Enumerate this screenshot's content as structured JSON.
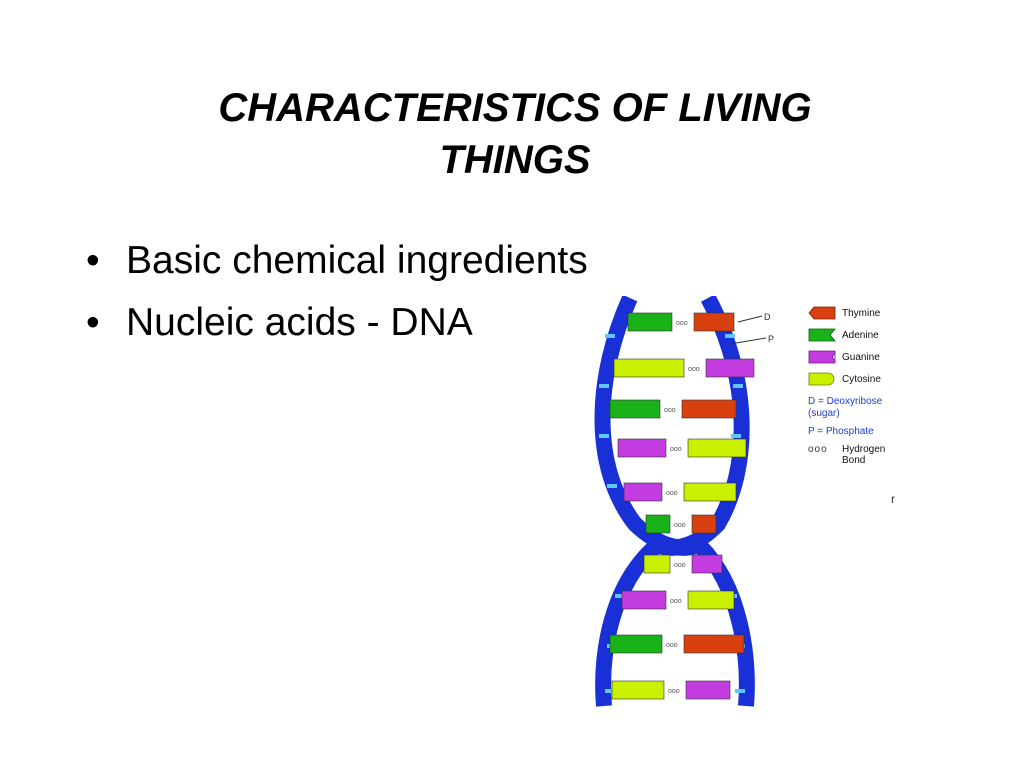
{
  "slide": {
    "title": "CHARACTERISTICS OF LIVING THINGS",
    "bullets": [
      "Basic chemical ingredients",
      "Nucleic acids - DNA"
    ],
    "bullet_glyph": "•"
  },
  "diagram": {
    "labels": {
      "deoxyribose_marker": "D",
      "phosphate_marker": "P"
    },
    "bond_marks": "ooo",
    "legend": {
      "bases": [
        {
          "name": "Thymine",
          "color": "#d9400f"
        },
        {
          "name": "Adenine",
          "color": "#19b319"
        },
        {
          "name": "Guanine",
          "color": "#c23ce0"
        },
        {
          "name": "Cytosine",
          "color": "#c8f000"
        }
      ],
      "deoxyribose": [
        "D = Deoxyribose",
        "(sugar)"
      ],
      "phosphate": "P = Phosphate",
      "bond_dots": "ooo",
      "bond": [
        "Hydrogen",
        "Bond"
      ]
    },
    "backbone_color": "#1930d6",
    "stray_mark": "r"
  }
}
